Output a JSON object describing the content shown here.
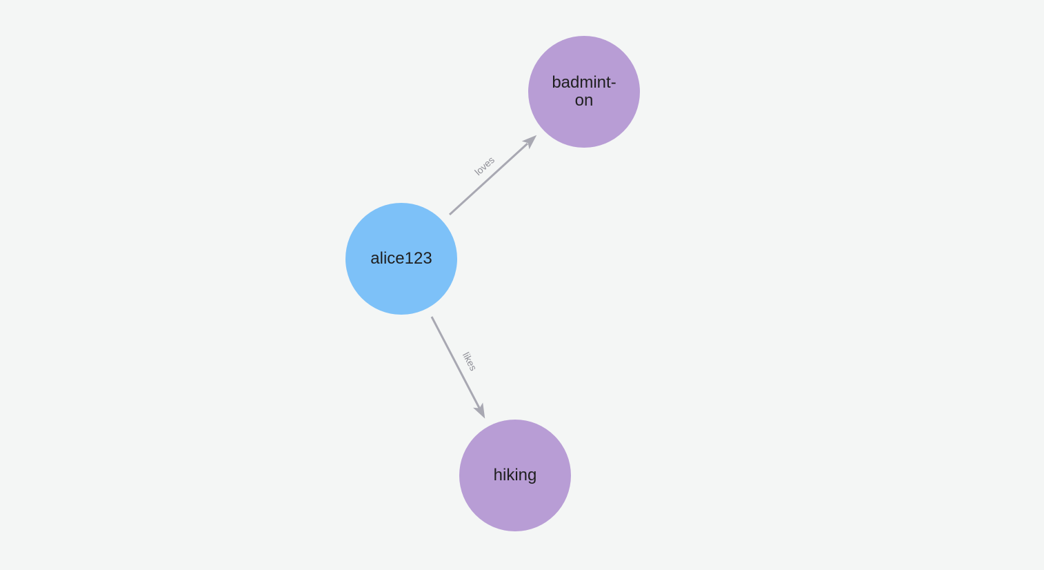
{
  "canvas": {
    "background": "#f4f6f5",
    "edge_color": "#a8a8b2",
    "edge_label_color": "#8e8e96",
    "node_text_color": "#1f1f1f"
  },
  "graph": {
    "nodes": [
      {
        "label": "alice123",
        "color": "#7dc1f8"
      },
      {
        "label": "badmint-\non",
        "color": "#b89dd5"
      },
      {
        "label": "hiking",
        "color": "#b89dd5"
      }
    ],
    "edges": [
      {
        "from": "alice123",
        "to": "badmint-on",
        "label": "loves"
      },
      {
        "from": "alice123",
        "to": "hiking",
        "label": "likes"
      }
    ]
  }
}
